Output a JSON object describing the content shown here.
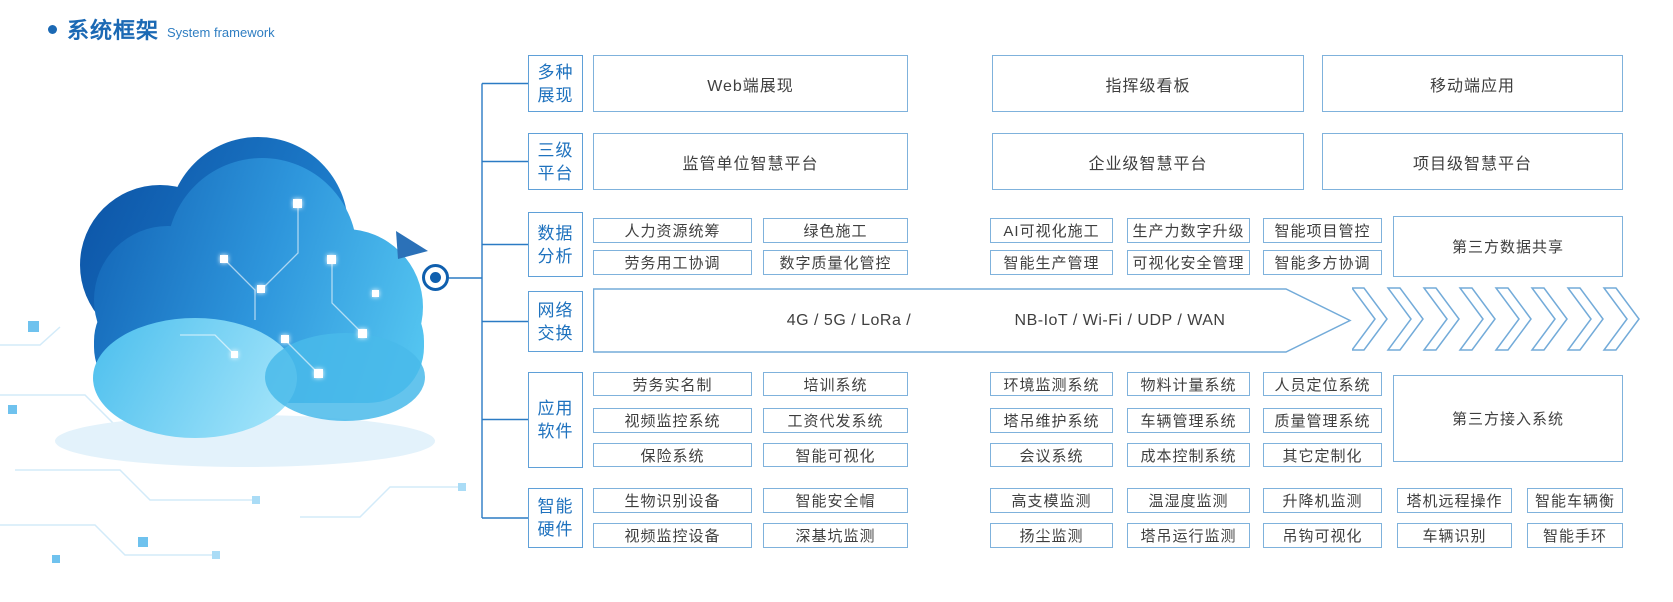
{
  "title": {
    "zh": "系统框架",
    "en": "System framework"
  },
  "colors": {
    "title_blue": "#1b69b4",
    "label_blue": "#1f72be",
    "box_border": "#7fb2dc",
    "connector_blue": "#2b7bc4",
    "node_blue": "#0f5fae",
    "box_text": "#3f3f3f"
  },
  "rows": [
    {
      "label": [
        "多种",
        "展现"
      ],
      "boxes": [
        "Web端展现",
        "指挥级看板",
        "移动端应用"
      ]
    },
    {
      "label": [
        "三级",
        "平台"
      ],
      "boxes": [
        "监管单位智慧平台",
        "企业级智慧平台",
        "项目级智慧平台"
      ]
    },
    {
      "label": [
        "数据",
        "分析"
      ],
      "cells": [
        [
          "人力资源统筹",
          "劳务用工协调"
        ],
        [
          "绿色施工",
          "数字质量化管控"
        ],
        [
          "AI可视化施工",
          "智能生产管理"
        ],
        [
          "生产力数字升级",
          "可视化安全管理"
        ],
        [
          "智能项目管控",
          "智能多方协调"
        ]
      ],
      "big": "第三方数据共享"
    },
    {
      "label": [
        "网络",
        "交换"
      ],
      "segments": [
        "4G / 5G / LoRa /",
        "NB-IoT / Wi-Fi / UDP / WAN"
      ]
    },
    {
      "label": [
        "应用",
        "软件"
      ],
      "cells": [
        [
          "劳务实名制",
          "视频监控系统",
          "保险系统"
        ],
        [
          "培训系统",
          "工资代发系统",
          "智能可视化"
        ],
        [
          "环境监测系统",
          "塔吊维护系统",
          "会议系统"
        ],
        [
          "物料计量系统",
          "车辆管理系统",
          "成本控制系统"
        ],
        [
          "人员定位系统",
          "质量管理系统",
          "其它定制化"
        ]
      ],
      "big": "第三方接入系统"
    },
    {
      "label": [
        "智能",
        "硬件"
      ],
      "cells": [
        [
          "生物识别设备",
          "视频监控设备"
        ],
        [
          "智能安全帽",
          "深基坑监测"
        ],
        [
          "高支模监测",
          "扬尘监测"
        ],
        [
          "温湿度监测",
          "塔吊运行监测"
        ],
        [
          "升降机监测",
          "吊钩可视化"
        ],
        [
          "塔机远程操作",
          "车辆识别"
        ],
        [
          "智能车辆衡",
          "智能手环"
        ]
      ]
    }
  ]
}
